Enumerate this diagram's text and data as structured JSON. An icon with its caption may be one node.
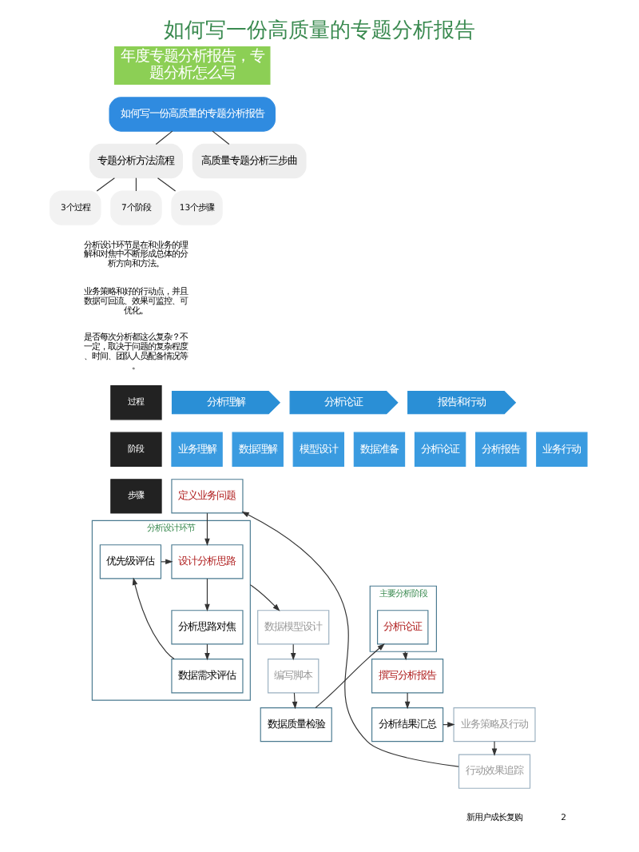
{
  "diagram": {
    "title": "如何写一份高质量的专题分析报告",
    "nodes": [
      {
        "text": [
          "如何写一份高质量的专题分析报告"
        ]
      },
      {
        "text": [
          "专题分析方法流程"
        ]
      },
      {
        "text": [
          "3个过程"
        ]
      },
      {
        "text": [
          "7个阶段"
        ]
      },
      {
        "text": [
          "13个步骤"
        ]
      },
      {
        "text": [
          "高质量专题分析三步曲"
        ]
      },
      {
        "text": [
          "分析理解"
        ]
      },
      {
        "text": [
          "分析论证"
        ]
      },
      {
        "text": [
          "报告和行动"
        ]
      },
      {
        "text": [
          "业务理解"
        ]
      },
      {
        "text": [
          "数据理解"
        ]
      },
      {
        "text": [
          "模型设计"
        ]
      },
      {
        "text": [
          "数据准备"
        ]
      },
      {
        "text": [
          "分析论证"
        ]
      },
      {
        "text": [
          "分析报告"
        ]
      },
      {
        "text": [
          "业务行动"
        ]
      },
      {
        "text": [
          "定义业务问题"
        ]
      },
      {
        "text": [
          "分析设计环节"
        ]
      },
      {
        "text": [
          "设计分析思路"
        ],
        "in": 17
      },
      {
        "text": [
          "优先级评估"
        ],
        "in": 17
      },
      {
        "text": [
          "分析思路对焦"
        ],
        "in": 17
      },
      {
        "text": [
          "数据需求评估"
        ],
        "in": 17
      },
      {
        "text": [
          "数据模型设计"
        ]
      },
      {
        "text": [
          "编写脚本"
        ]
      },
      {
        "text": [
          "数据质量检验"
        ]
      },
      {
        "text": [
          "主要分析阶段"
        ]
      },
      {
        "text": [
          "分析论证"
        ],
        "in": 25
      },
      {
        "text": [
          "撰写分析报告"
        ]
      },
      {
        "text": [
          "分析结果汇总"
        ]
      },
      {
        "text": [
          "业务策略及行动"
        ]
      },
      {
        "text": [
          "行动效果追踪"
        ]
      }
    ],
    "edges": [
      {
        "from": 0,
        "to": 1,
        "arrow": "none"
      },
      {
        "from": 0,
        "to": 5,
        "arrow": "none"
      },
      {
        "from": 1,
        "to": 2,
        "arrow": "none"
      },
      {
        "from": 1,
        "to": 3,
        "arrow": "none"
      },
      {
        "from": 1,
        "to": 4,
        "arrow": "none"
      },
      {
        "from": 16,
        "to": 18,
        "arrow": "to"
      },
      {
        "from": 19,
        "to": 18,
        "arrow": "to"
      },
      {
        "from": 18,
        "to": 20,
        "arrow": "to"
      },
      {
        "from": 20,
        "to": 21,
        "arrow": "to"
      },
      {
        "from": 21,
        "to": 19,
        "arrow": "to"
      },
      {
        "from": 17,
        "to": 22,
        "arrow": "to"
      },
      {
        "from": 22,
        "to": 23,
        "arrow": "to"
      },
      {
        "from": 23,
        "to": 24,
        "arrow": "to"
      },
      {
        "from": 24,
        "to": 26,
        "arrow": "to"
      },
      {
        "from": 25,
        "to": 27,
        "arrow": "to"
      },
      {
        "from": 27,
        "to": 28,
        "arrow": "to"
      },
      {
        "from": 28,
        "to": 29,
        "arrow": "to"
      },
      {
        "from": 29,
        "to": 30,
        "arrow": "to"
      },
      {
        "from": 30,
        "to": 16,
        "arrow": "to"
      }
    ],
    "labels": [
      "分析设计环节是在和业务的理解和对焦中不断形成总体的分析方向和方法。",
      "业务策略和好的行动点，并且数据可回流、效果可监控、可优化。",
      "是否每次分析都这么复杂？不一定，取决于问题的复杂程度、时间、团队人员配备情况等。",
      "年度专题分析报告，专题分析怎么写",
      "过程",
      "阶段",
      "步骤",
      "新用户成长复购",
      "2"
    ]
  }
}
